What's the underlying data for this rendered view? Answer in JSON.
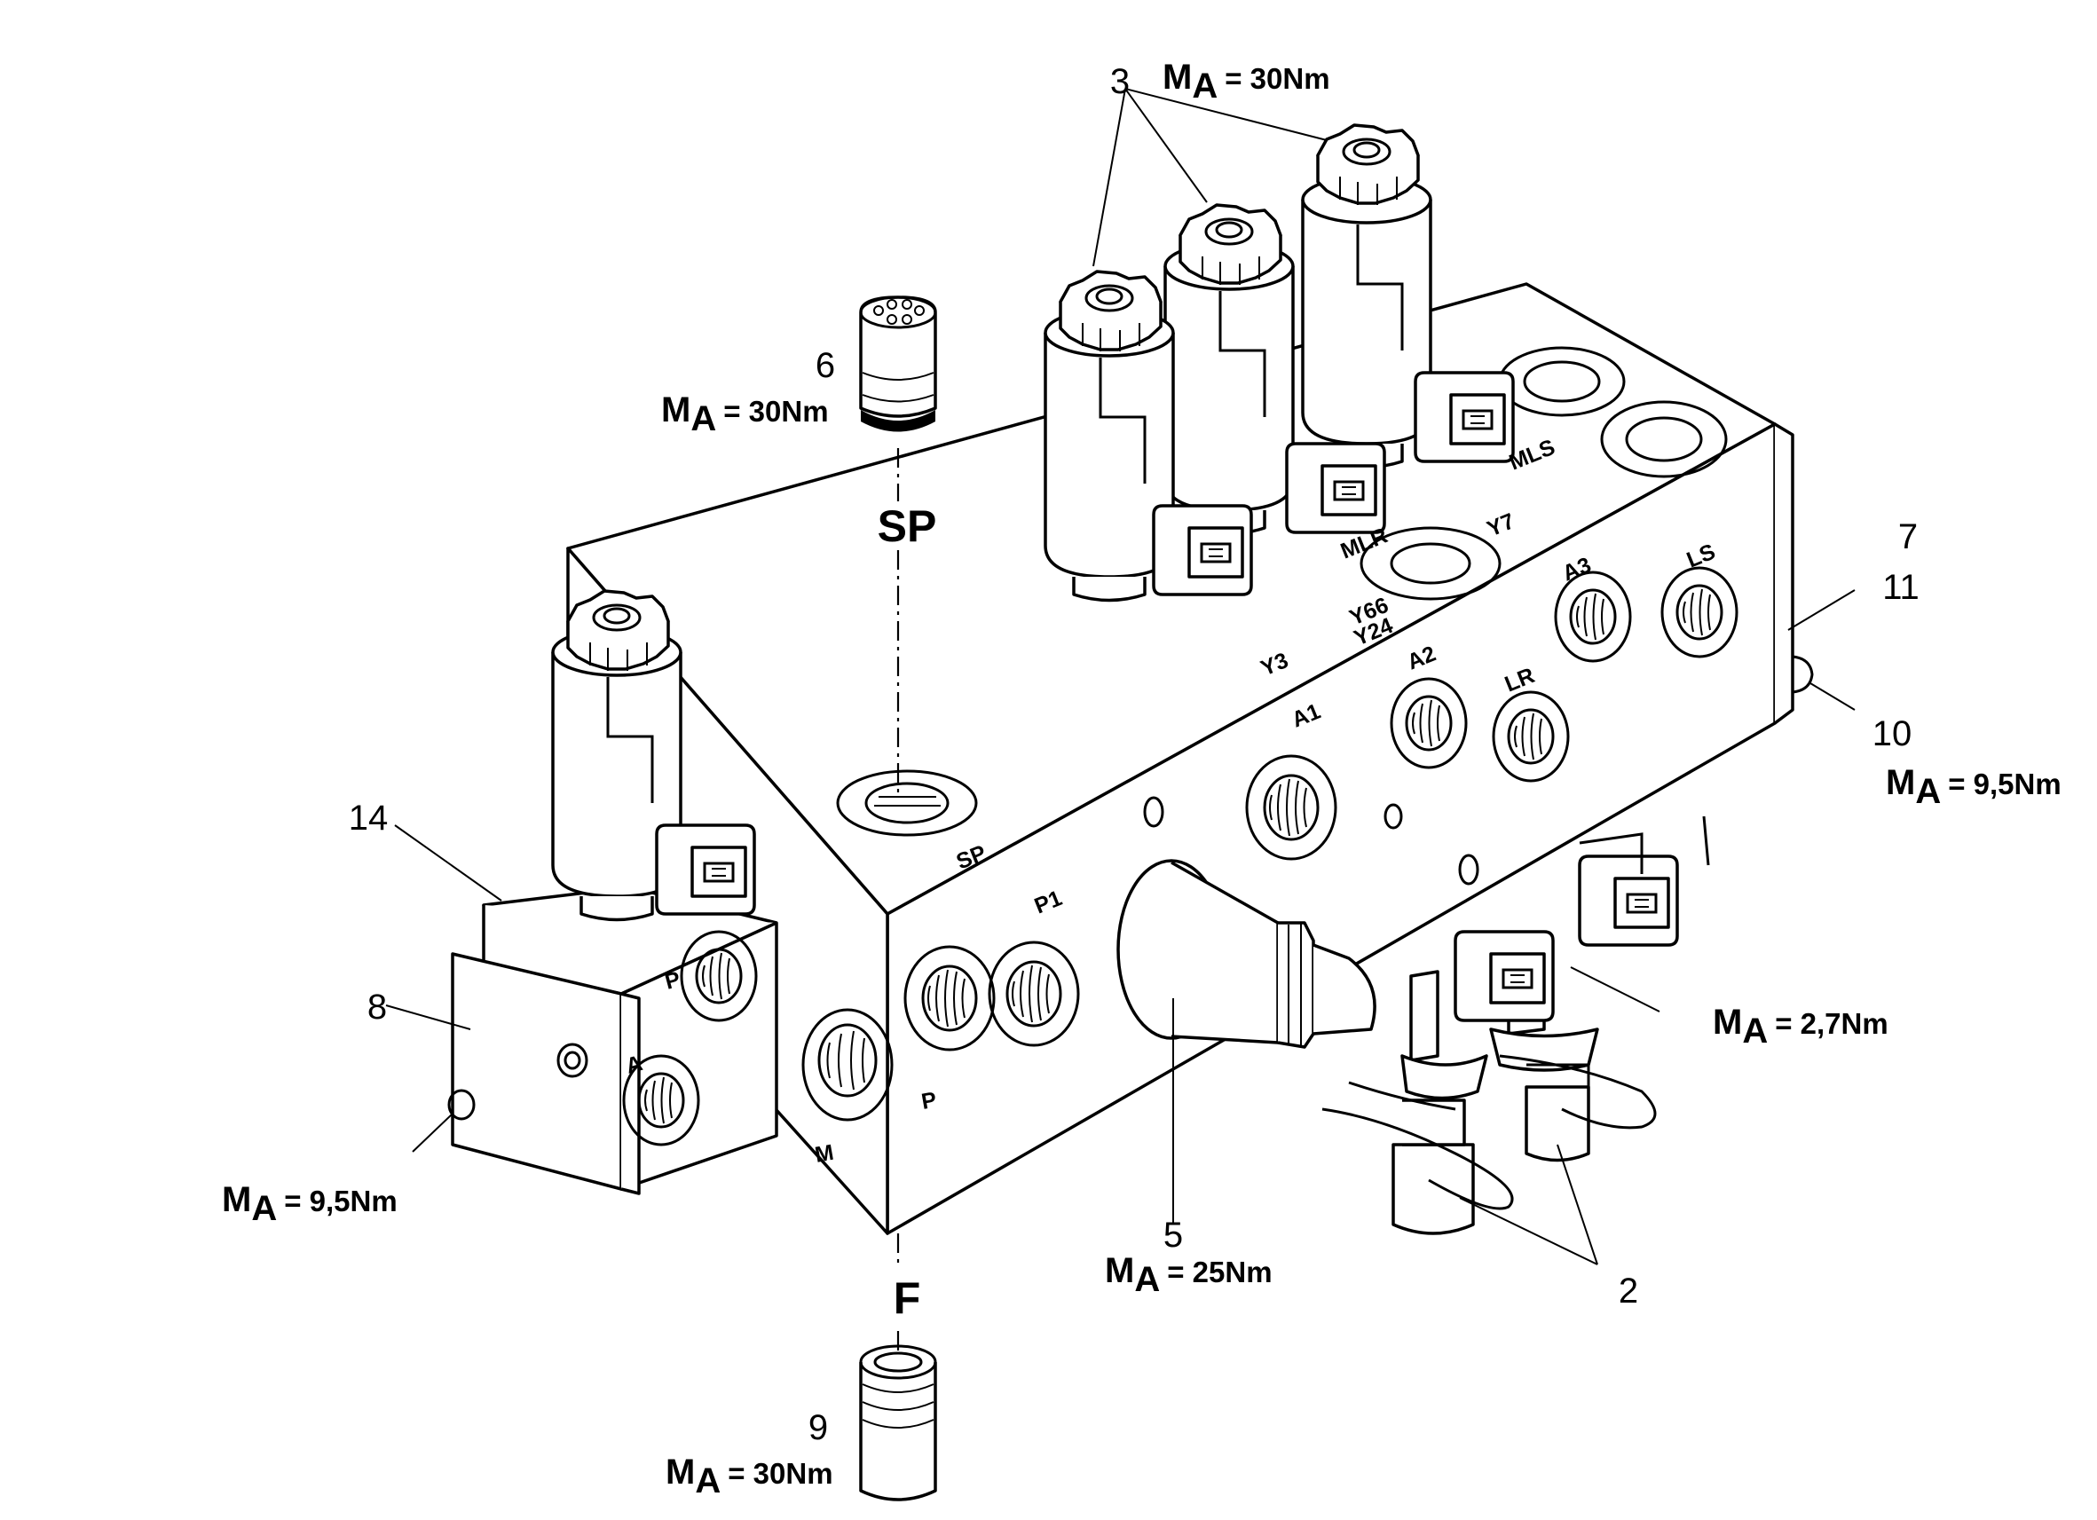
{
  "diagram": {
    "callouts": {
      "c2": "2",
      "c3": "3",
      "c5": "5",
      "c6": "6",
      "c7": "7",
      "c8": "8",
      "c9": "9",
      "c10": "10",
      "c11": "11",
      "c14": "14"
    },
    "torque_prefix": "M",
    "torque_sub": "A",
    "torques": {
      "t3": "= 30Nm",
      "t6": "= 30Nm",
      "t9": "= 30Nm",
      "t5": "= 25Nm",
      "t10": "= 9,5Nm",
      "t8": "= 9,5Nm",
      "t2": "= 2,7Nm"
    },
    "axis_labels": {
      "sp": "SP",
      "f": "F"
    },
    "ports": {
      "sp": "SP",
      "p_main": "P",
      "p1": "P1",
      "m": "M",
      "a1": "A1",
      "a2": "A2",
      "a3": "A3",
      "lr": "LR",
      "ls": "LS",
      "y3": "Y3",
      "y66": "Y66",
      "y24": "Y24",
      "y7": "Y7",
      "mlr": "MLR",
      "mls": "MLS",
      "p_side": "P",
      "a_side": "A"
    }
  }
}
